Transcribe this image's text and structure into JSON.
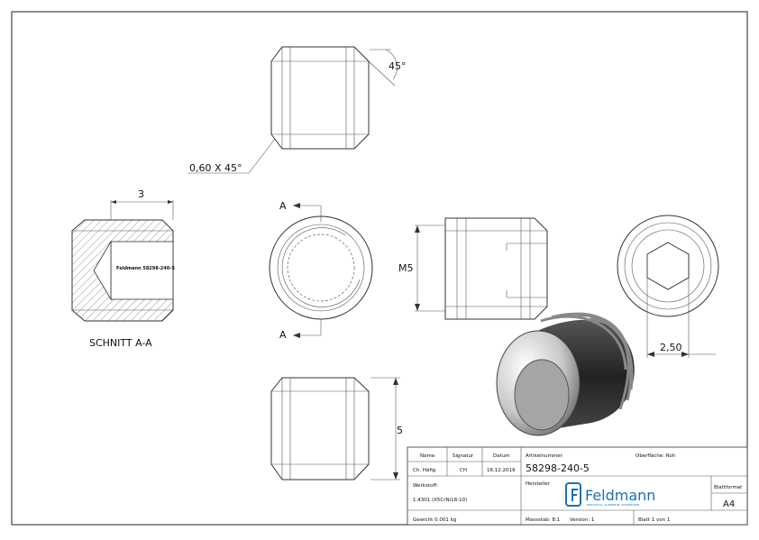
{
  "drawing": {
    "chamfer_label": "0,60 X 45°",
    "angle_label": "45°",
    "dim_width": "3",
    "dim_m5": "M5",
    "dim_height": "5",
    "dim_hex": "2,50",
    "section_letter_top": "A",
    "section_letter_bottom": "A",
    "section_caption": "SCHNITT A-A",
    "section_inner_text": "Feldmann 58298-240-5"
  },
  "title_block": {
    "hdr_name": "Name",
    "hdr_signatur": "Signatur",
    "hdr_datum": "Datum",
    "name": "Ch. Häfig",
    "signatur": "CH",
    "datum": "16.12.2019",
    "werkstoff_label": "Werkstoff:",
    "werkstoff": "1.4301 (X5CrNi18-10)",
    "gewicht": "Gewicht 0.001 kg",
    "artikel_label": "Artikelnummer",
    "oberflaeche": "Oberfläche: Roh",
    "artikelnummer": "58298-240-5",
    "hersteller_label": "Hersteller",
    "logo_text": "Feldmann",
    "logo_tagline": "EDELSTAHL, ALUMINIUM, SCHWEISSEN",
    "massstab": "Massstab: 8:1",
    "version": "Version: 1",
    "blatt": "Blatt 1 von 1",
    "blattformat_label": "Blattformat",
    "blattformat": "A4"
  },
  "colors": {
    "logo_blue": "#1f6fb2"
  }
}
